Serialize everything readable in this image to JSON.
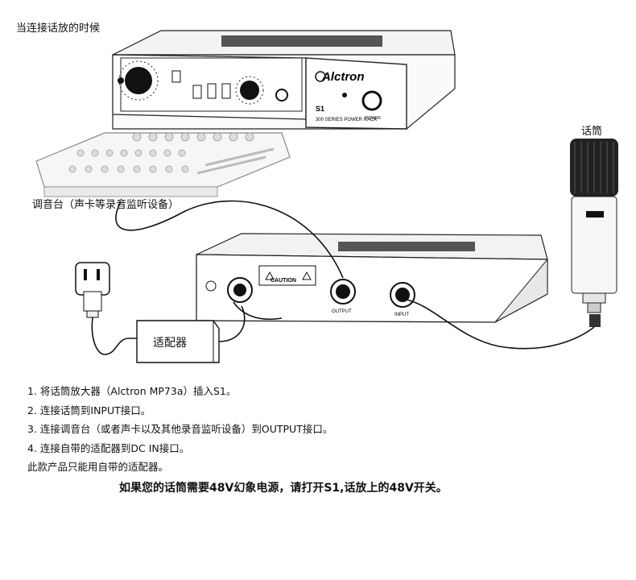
{
  "title": "当连接话放的时候",
  "labels": {
    "mic": "话筒",
    "mixer": "调音台（声卡等录音监听设备）",
    "adapter": "适配器"
  },
  "device_front": {
    "brand": "Alctron",
    "model": "S1",
    "series": "300 SERIES POWER RACK",
    "power": "POWER"
  },
  "device_rear": {
    "caution": "CAUTION",
    "output": "OUTPUT",
    "input": "INPUT"
  },
  "steps": [
    "1. 将话筒放大器（Alctron MP73a）插入S1。",
    "2. 连接话筒到INPUT接口。",
    "3. 连接调音台（或者声卡以及其他录音监听设备）到OUTPUT接口。",
    "4. 连接自带的适配器到DC IN接口。",
    "此款产品只能用自带的适配器。"
  ],
  "note": "如果您的话筒需要48V幻象电源，请打开S1,话放上的48V开关。"
}
